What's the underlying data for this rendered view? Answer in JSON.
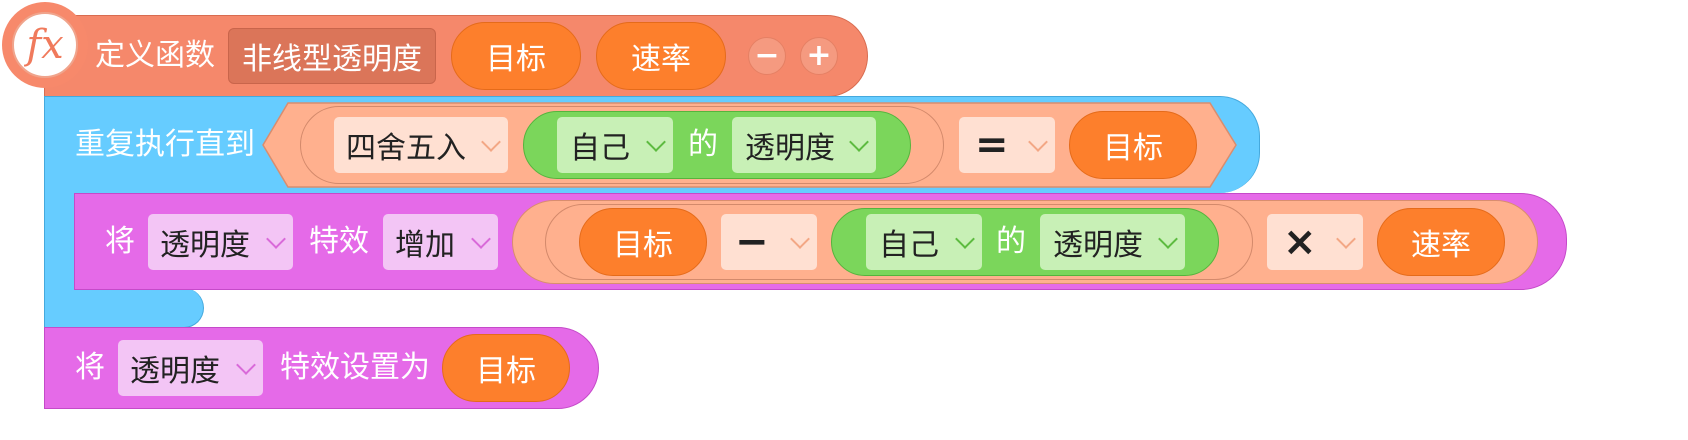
{
  "define_block": {
    "label": "定义函数",
    "function_name": "非线型透明度",
    "params": [
      "目标",
      "速率"
    ],
    "minus_label": "−",
    "plus_label": "+",
    "icon": "fx-icon"
  },
  "repeat_block": {
    "label": "重复执行直到",
    "condition": {
      "round_label": "四舍五入",
      "sensing": {
        "object": "自己",
        "of_label": "的",
        "attribute": "透明度"
      },
      "operator": "=",
      "right_value": "目标"
    }
  },
  "change_effect_block": {
    "prefix": "将",
    "effect": "透明度",
    "middle": "特效",
    "mode": "增加",
    "expression": {
      "left": "目标",
      "minus_operator": "−",
      "sensing": {
        "object": "自己",
        "of_label": "的",
        "attribute": "透明度"
      },
      "times_operator": "×",
      "right": "速率"
    }
  },
  "set_effect_block": {
    "prefix": "将",
    "effect": "透明度",
    "middle": "特效设置为",
    "value": "目标"
  },
  "colors": {
    "define": "#f5886b",
    "control": "#66ccff",
    "operator": "#ffb08e",
    "param": "#fd7f2c",
    "sensing": "#7bd65b",
    "looks": "#e56ae8"
  }
}
